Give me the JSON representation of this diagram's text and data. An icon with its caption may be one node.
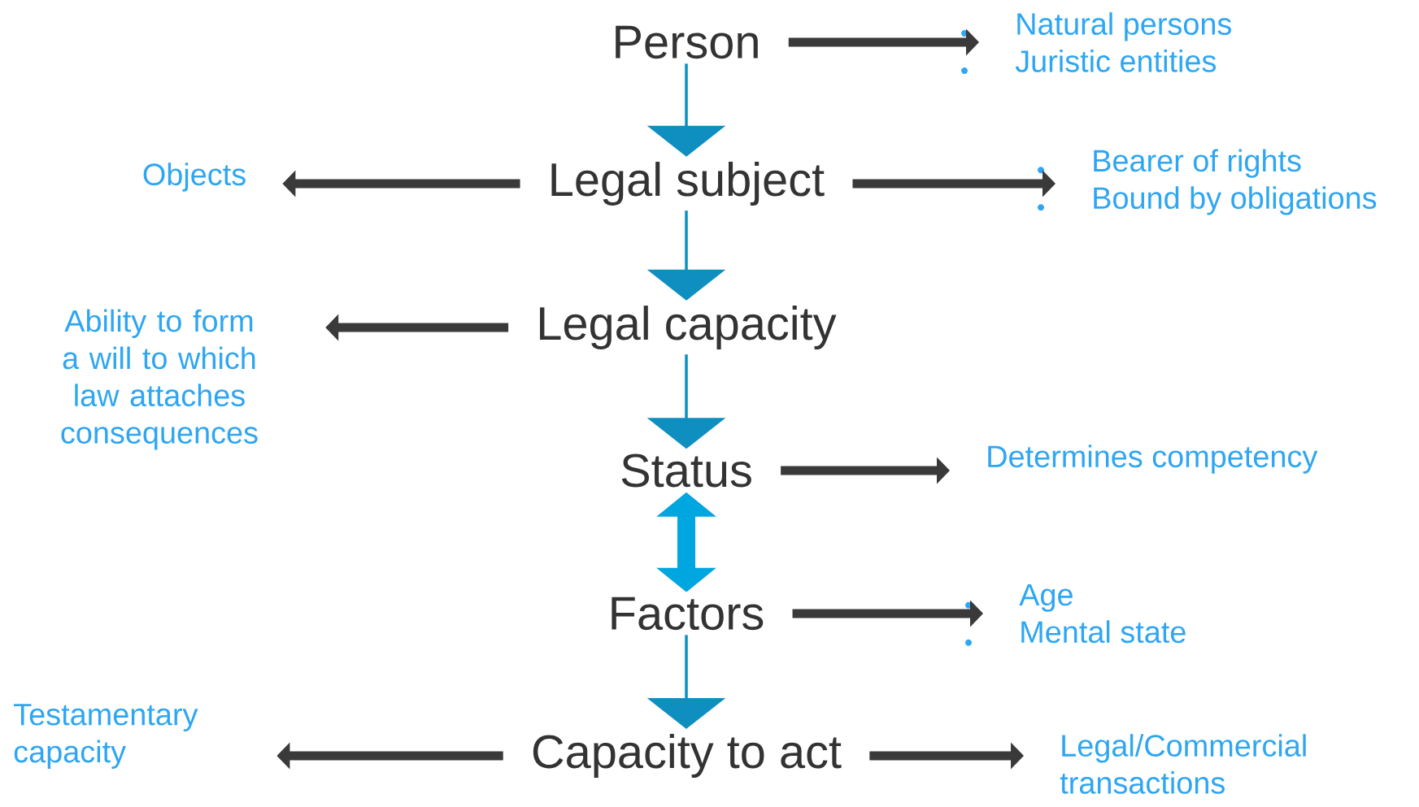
{
  "diagram": {
    "nodes": [
      {
        "text": [
          "Person"
        ]
      },
      {
        "text": [
          "Natural persons",
          "Juristic entities"
        ]
      },
      {
        "text": [
          "Objects"
        ]
      },
      {
        "text": [
          "Legal subject"
        ]
      },
      {
        "text": [
          "Bearer of rights",
          "Bound by obligations"
        ]
      },
      {
        "text": [
          "Ability to form a will to which law attaches consequences"
        ]
      },
      {
        "text": [
          "Legal capacity"
        ]
      },
      {
        "text": [
          "Status"
        ]
      },
      {
        "text": [
          "Determines competency"
        ]
      },
      {
        "text": [
          "Factors"
        ]
      },
      {
        "text": [
          "Age",
          "Mental state"
        ]
      },
      {
        "text": [
          "Testamentary capacity"
        ]
      },
      {
        "text": [
          "Capacity to act"
        ]
      },
      {
        "text": [
          "Legal/Commercial transactions"
        ]
      }
    ],
    "edges": [
      {
        "from": 0,
        "to": 1,
        "arrow": "to"
      },
      {
        "from": 0,
        "to": 3,
        "arrow": "to",
        "color": "#0e8fc0"
      },
      {
        "from": 3,
        "to": 2,
        "arrow": "to"
      },
      {
        "from": 3,
        "to": 4,
        "arrow": "to"
      },
      {
        "from": 3,
        "to": 6,
        "arrow": "to",
        "color": "#0e8fc0"
      },
      {
        "from": 6,
        "to": 5,
        "arrow": "to"
      },
      {
        "from": 6,
        "to": 7,
        "arrow": "to",
        "color": "#0e8fc0"
      },
      {
        "from": 7,
        "to": 8,
        "arrow": "to"
      },
      {
        "from": 7,
        "to": 9,
        "arrow": "both",
        "color": "#00a6e0",
        "style": "thick"
      },
      {
        "from": 9,
        "to": 10,
        "arrow": "to"
      },
      {
        "from": 9,
        "to": 12,
        "arrow": "to",
        "color": "#0e8fc0"
      },
      {
        "from": 12,
        "to": 11,
        "arrow": "to"
      },
      {
        "from": 12,
        "to": 13,
        "arrow": "to"
      }
    ]
  }
}
